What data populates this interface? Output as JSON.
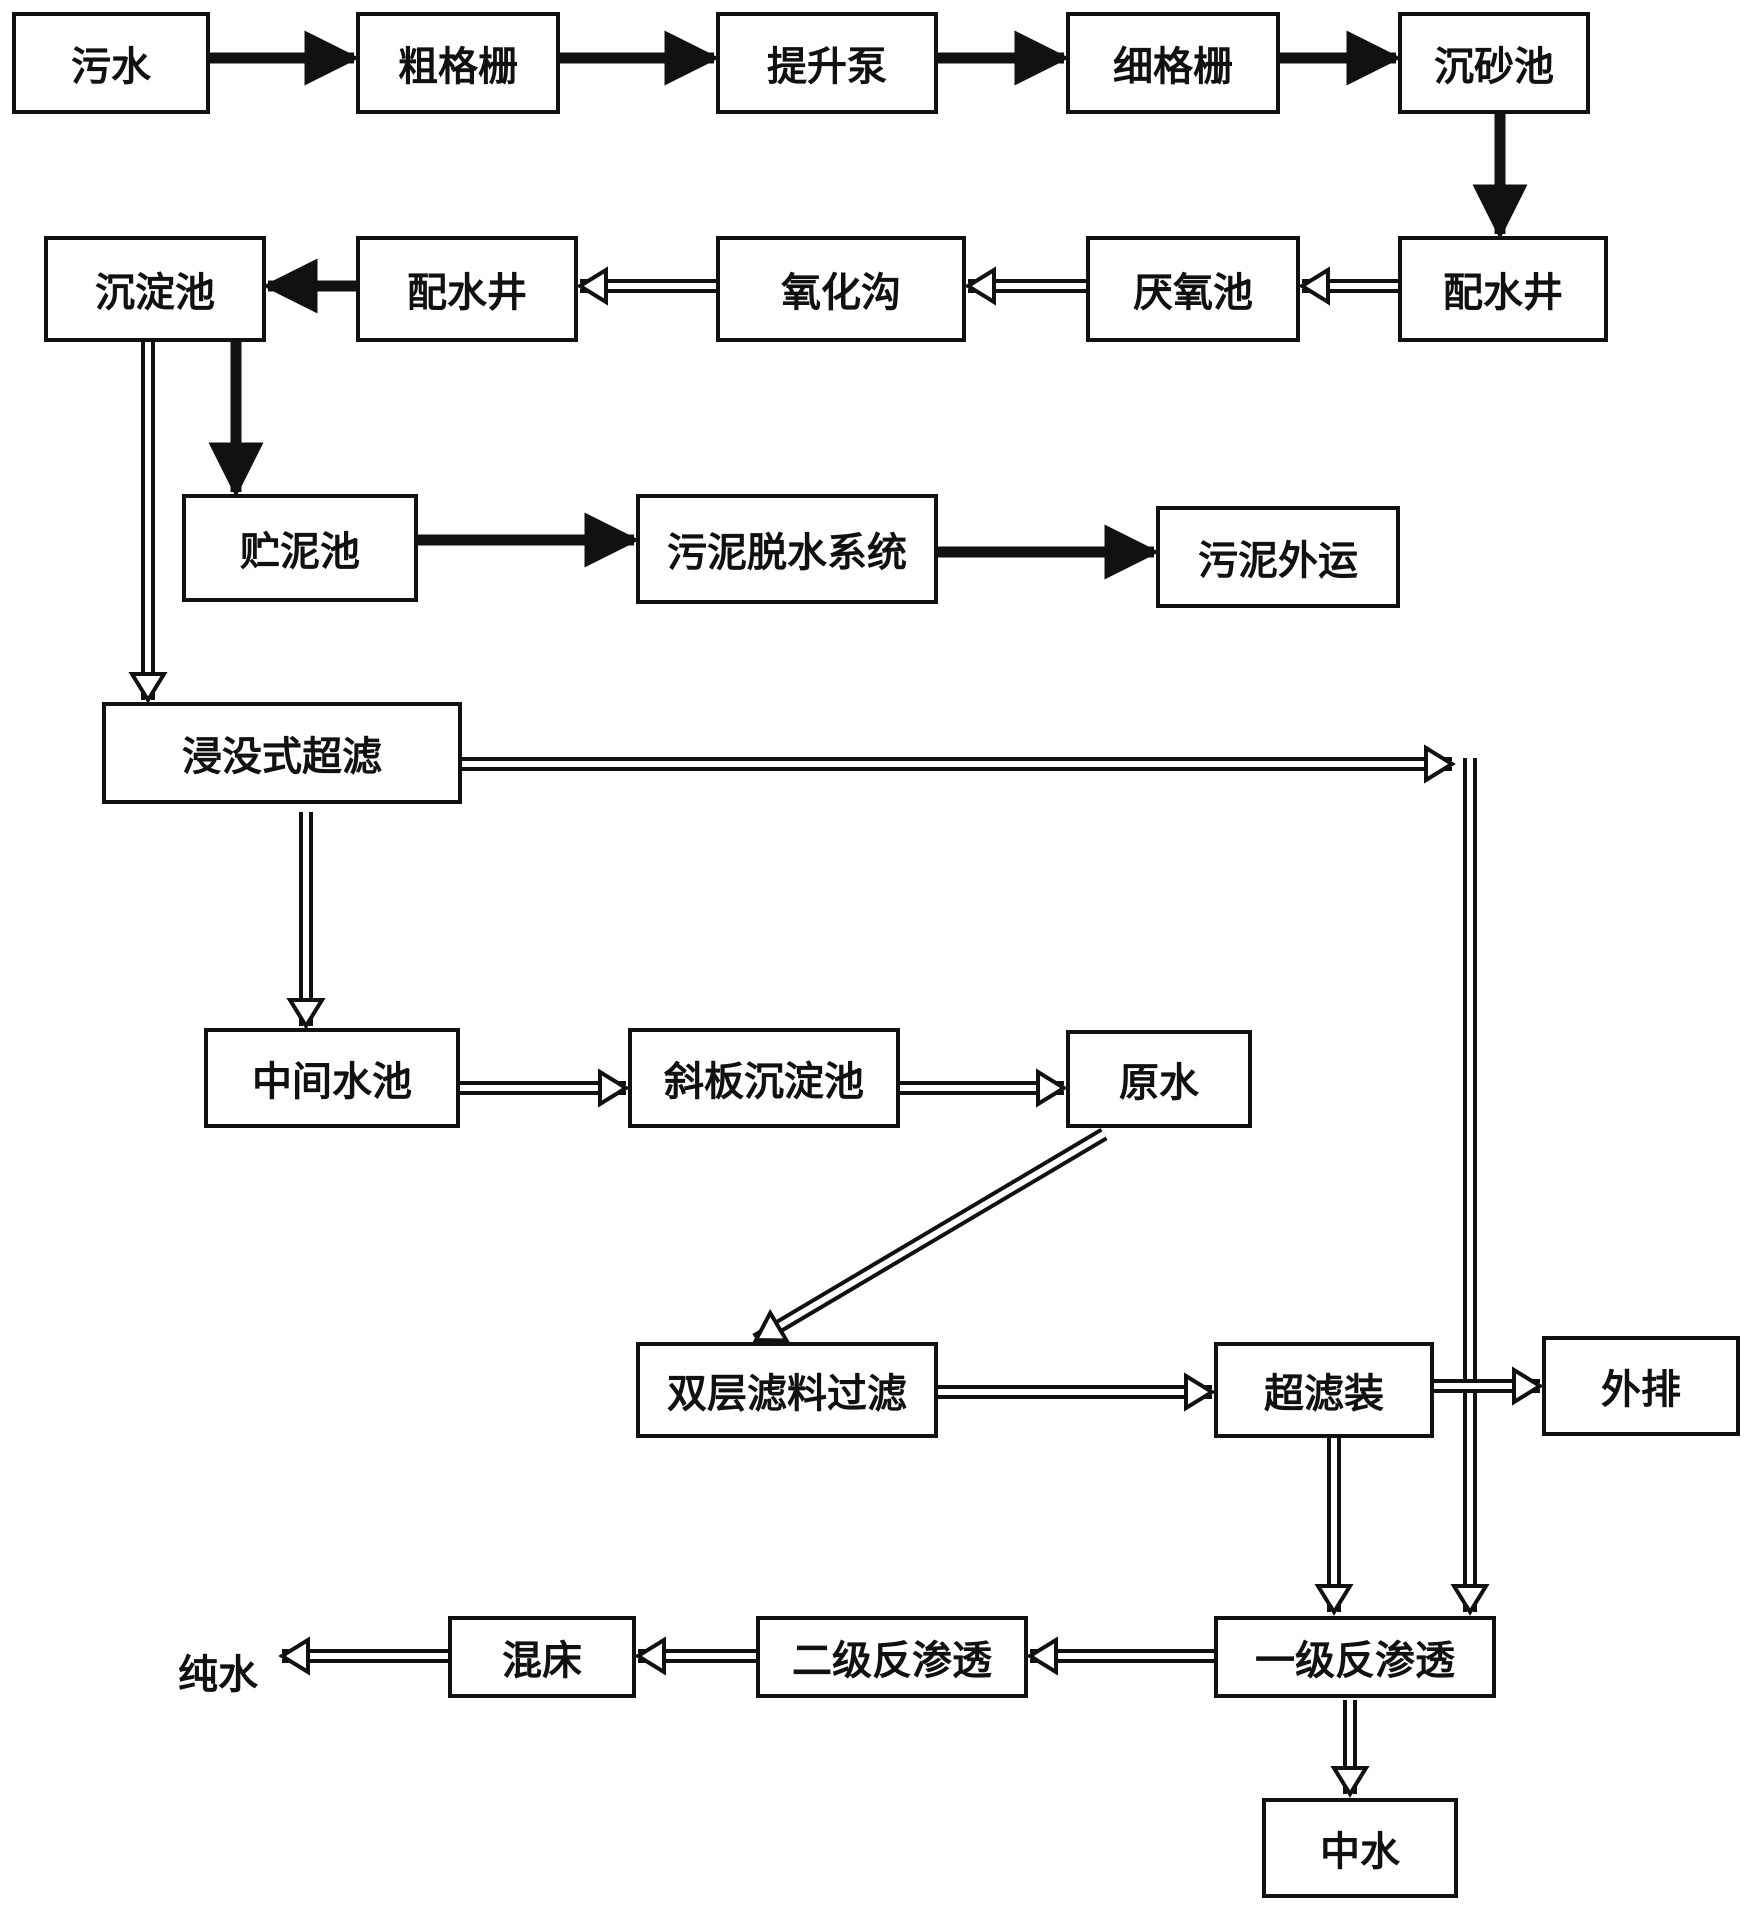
{
  "nodes": {
    "wushui": "污水",
    "cu_gezha": "粗格栅",
    "tisheng_beng": "提升泵",
    "xi_gezha": "细格栅",
    "chensha_chi": "沉砂池",
    "peishui_jing_1": "配水井",
    "yanyang_chi": "厌氧池",
    "yanghua_gou": "氧化沟",
    "peishui_jing_2": "配水井",
    "chendian_chi": "沉淀池",
    "zhuni_chi": "贮泥池",
    "wuni_tuoshui": "污泥脱水系统",
    "wuni_waiyun": "污泥外运",
    "jinmo_chaolv": "浸没式超滤",
    "zhongjian_shuichi": "中间水池",
    "xieban_chendian": "斜板沉淀池",
    "yuanshui": "原水",
    "shuangceng_lv": "双层滤料过滤",
    "chaolv_zhuang": "超滤装",
    "waipai": "外排",
    "yiji_fanshentou": "一级反渗透",
    "erji_fanshentou": "二级反渗透",
    "hunchuang": "混床",
    "zhongshui": "中水",
    "chunshui": "纯水"
  }
}
